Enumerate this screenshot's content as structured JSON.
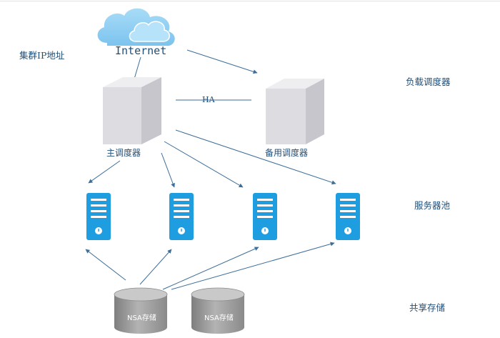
{
  "labels": {
    "cluster_ip": "集群IP地址",
    "internet": "Internet",
    "load_scheduler": "负载调度器",
    "ha": "HA",
    "primary_scheduler": "主调度器",
    "backup_scheduler": "备用调度器",
    "server_pool": "服务器池",
    "shared_storage": "共享存储"
  },
  "storage": [
    {
      "label": "NSA存储"
    },
    {
      "label": "NSA存储"
    }
  ],
  "icons": {
    "cloud": "cloud-icon",
    "scheduler": "server-box-icon",
    "server": "rack-server-icon",
    "disk": "storage-cylinder-icon"
  },
  "colors": {
    "accent_blue": "#1e9de0",
    "arrow_line": "#3c6e9a",
    "label_text": "#1f4e79",
    "cloud": "#8fcdf2",
    "storage_gray": "#9a9a9a"
  }
}
